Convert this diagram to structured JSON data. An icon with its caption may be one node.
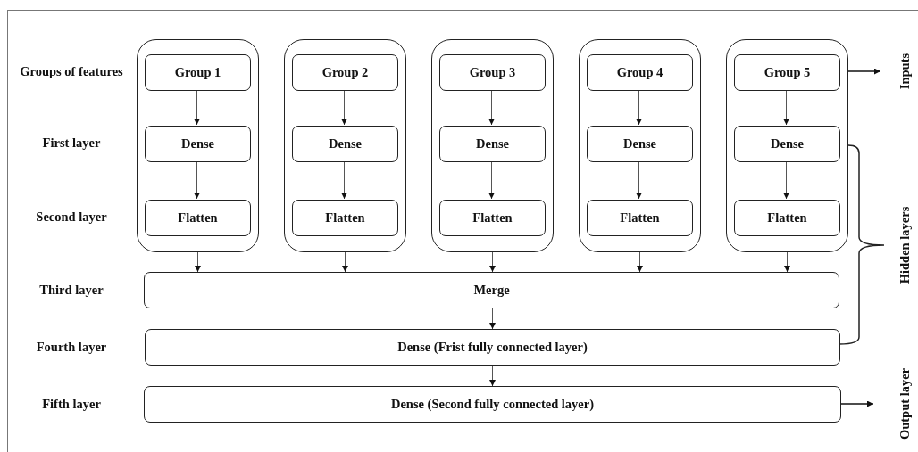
{
  "diagram": {
    "nodes": [
      {
        "text": [],
        "shape": "box"
      },
      {
        "text": [
          "Group 1"
        ],
        "in": 0
      },
      {
        "text": [
          "Dense"
        ],
        "in": 0
      },
      {
        "text": [
          "Flatten"
        ],
        "in": 0
      },
      {
        "text": [],
        "shape": "box"
      },
      {
        "text": [
          "Group 2"
        ],
        "in": 4
      },
      {
        "text": [
          "Dense"
        ],
        "in": 4
      },
      {
        "text": [
          "Flatten"
        ],
        "in": 4
      },
      {
        "text": [],
        "shape": "box"
      },
      {
        "text": [
          "Group 3"
        ],
        "in": 8
      },
      {
        "text": [
          "Dense"
        ],
        "in": 8
      },
      {
        "text": [
          "Flatten"
        ],
        "in": 8
      },
      {
        "text": [],
        "shape": "box"
      },
      {
        "text": [
          "Group 4"
        ],
        "in": 12
      },
      {
        "text": [
          "Dense"
        ],
        "in": 12
      },
      {
        "text": [
          "Flatten"
        ],
        "in": 12
      },
      {
        "text": [],
        "shape": "box"
      },
      {
        "text": [
          "Group 5"
        ],
        "in": 16
      },
      {
        "text": [
          "Dense"
        ],
        "in": 16
      },
      {
        "text": [
          "Flatten"
        ],
        "in": 16
      },
      {
        "text": [
          "Merge"
        ]
      },
      {
        "text": [
          "Dense (Frist fully connected layer)"
        ]
      },
      {
        "text": [
          "Dense (Second fully connected layer)"
        ]
      }
    ],
    "edges": [
      {
        "from": 1,
        "to": 2,
        "arrow": "to"
      },
      {
        "from": 2,
        "to": 3,
        "arrow": "to"
      },
      {
        "from": 5,
        "to": 6,
        "arrow": "to"
      },
      {
        "from": 6,
        "to": 7,
        "arrow": "to"
      },
      {
        "from": 9,
        "to": 10,
        "arrow": "to"
      },
      {
        "from": 10,
        "to": 11,
        "arrow": "to"
      },
      {
        "from": 13,
        "to": 14,
        "arrow": "to"
      },
      {
        "from": 14,
        "to": 15,
        "arrow": "to"
      },
      {
        "from": 17,
        "to": 18,
        "arrow": "to"
      },
      {
        "from": 18,
        "to": 19,
        "arrow": "to"
      },
      {
        "from": 0,
        "to": 20,
        "arrow": "to"
      },
      {
        "from": 4,
        "to": 20,
        "arrow": "to"
      },
      {
        "from": 8,
        "to": 20,
        "arrow": "to"
      },
      {
        "from": 12,
        "to": 20,
        "arrow": "to"
      },
      {
        "from": 16,
        "to": 20,
        "arrow": "to"
      },
      {
        "from": 20,
        "to": 21,
        "arrow": "to"
      },
      {
        "from": 21,
        "to": 22,
        "arrow": "to"
      },
      {
        "from": 16,
        "to": null,
        "arrow": "to"
      },
      {
        "from": 22,
        "to": null,
        "arrow": "to"
      }
    ],
    "labels": [
      "Groups of features",
      "First layer",
      "Second layer",
      "Third layer",
      "Fourth layer",
      "Fifth layer",
      "Inputs",
      "Hidden layers",
      "Output layer"
    ]
  }
}
